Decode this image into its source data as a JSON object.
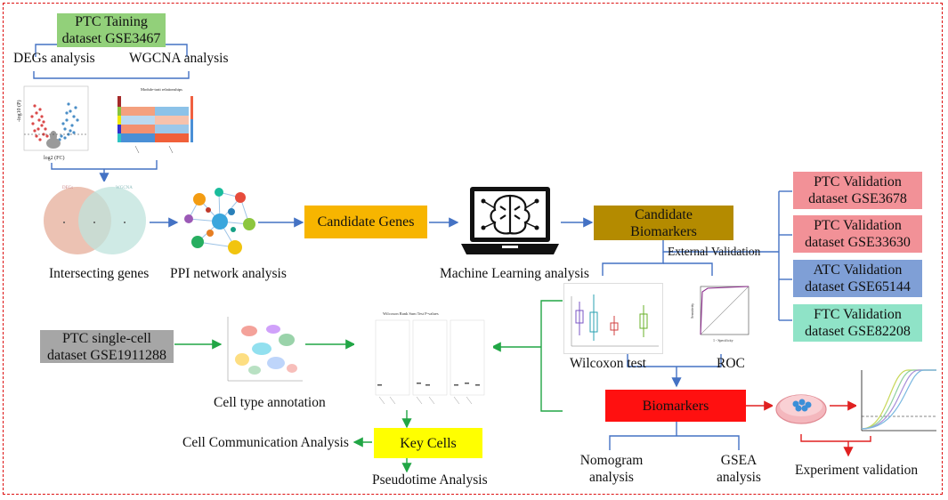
{
  "training_box": {
    "line1": "PTC Taining",
    "line2": "dataset GSE3467"
  },
  "degs_label": "DEGs analysis",
  "wgcna_label": "WGCNA analysis",
  "heatmap_title": "Module-trait relationships",
  "venn_labels": {
    "left": "DEGs",
    "right": "WGCNA"
  },
  "intersecting_label": "Intersecting genes",
  "ppi_label": "PPI network analysis",
  "candidate_genes": "Candidate Genes",
  "ml_label": "Machine Learning analysis",
  "candidate_biomarkers": {
    "line1": "Candidate",
    "line2": "Biomarkers"
  },
  "external_validation": "External Validation",
  "validation": [
    {
      "line1": "PTC Validation",
      "line2": "dataset GSE3678",
      "color": "#f29197"
    },
    {
      "line1": "PTC Validation",
      "line2": "dataset GSE33630",
      "color": "#f29197"
    },
    {
      "line1": "ATC Validation",
      "line2": "dataset GSE65144",
      "color": "#7f9fd6"
    },
    {
      "line1": "FTC Validation",
      "line2": "dataset GSE82208",
      "color": "#8fe3c7"
    }
  ],
  "wilcoxon_label": "Wilcoxon test",
  "roc_label": "ROC",
  "biomarkers": "Biomarkers",
  "nomogram": {
    "line1": "Nomogram",
    "line2": "analysis"
  },
  "gsea": {
    "line1": "GSEA",
    "line2": "analysis"
  },
  "experiment_label": "Experiment validation",
  "single_cell_box": {
    "line1": "PTC single-cell",
    "line2": "dataset GSE1911288"
  },
  "cell_type_label": "Cell type annotation",
  "rank_sum_title": "Wilcoxon Rank Sum Test P-values",
  "key_cells": "Key Cells",
  "cell_comm_label": "Cell Communication Analysis",
  "pseudotime_label": "Pseudotime Analysis",
  "colors": {
    "training": "#92d07a",
    "candidate_genes": "#f7b500",
    "candidate_biomarkers": "#b48b00",
    "biomarkers": "#ff1010",
    "single_cell": "#a6a6a6",
    "key_cells": "#ffff00",
    "arrow_blue": "#4472c4",
    "arrow_green": "#21a645",
    "arrow_red": "#e02020",
    "frame": "#dd1111"
  }
}
